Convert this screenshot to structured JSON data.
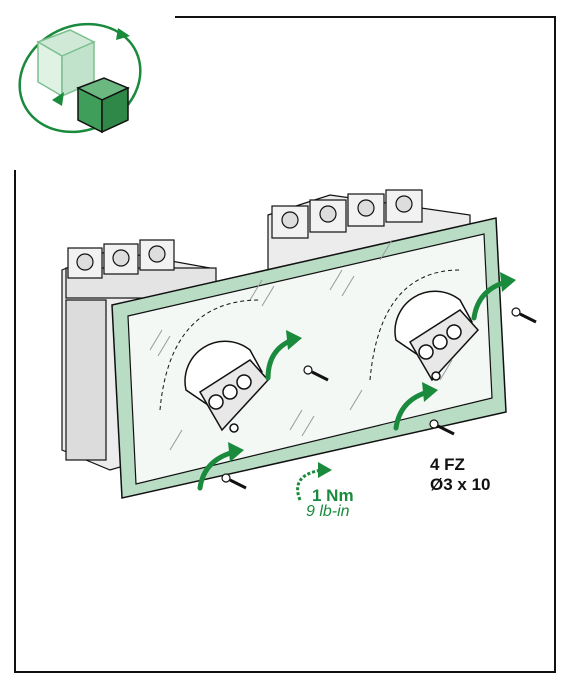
{
  "screws": {
    "line1": "4 FZ",
    "line2": "Ø3 x 10"
  },
  "torque": {
    "value": "1 Nm",
    "imperial": "9 lb-in"
  },
  "colors": {
    "accent": "#1a8a3c",
    "cover": "#b9dcc4",
    "line": "#111111"
  },
  "icons": [
    "rotate-view-icon",
    "screw-icon",
    "tighten-arrow-icon"
  ]
}
